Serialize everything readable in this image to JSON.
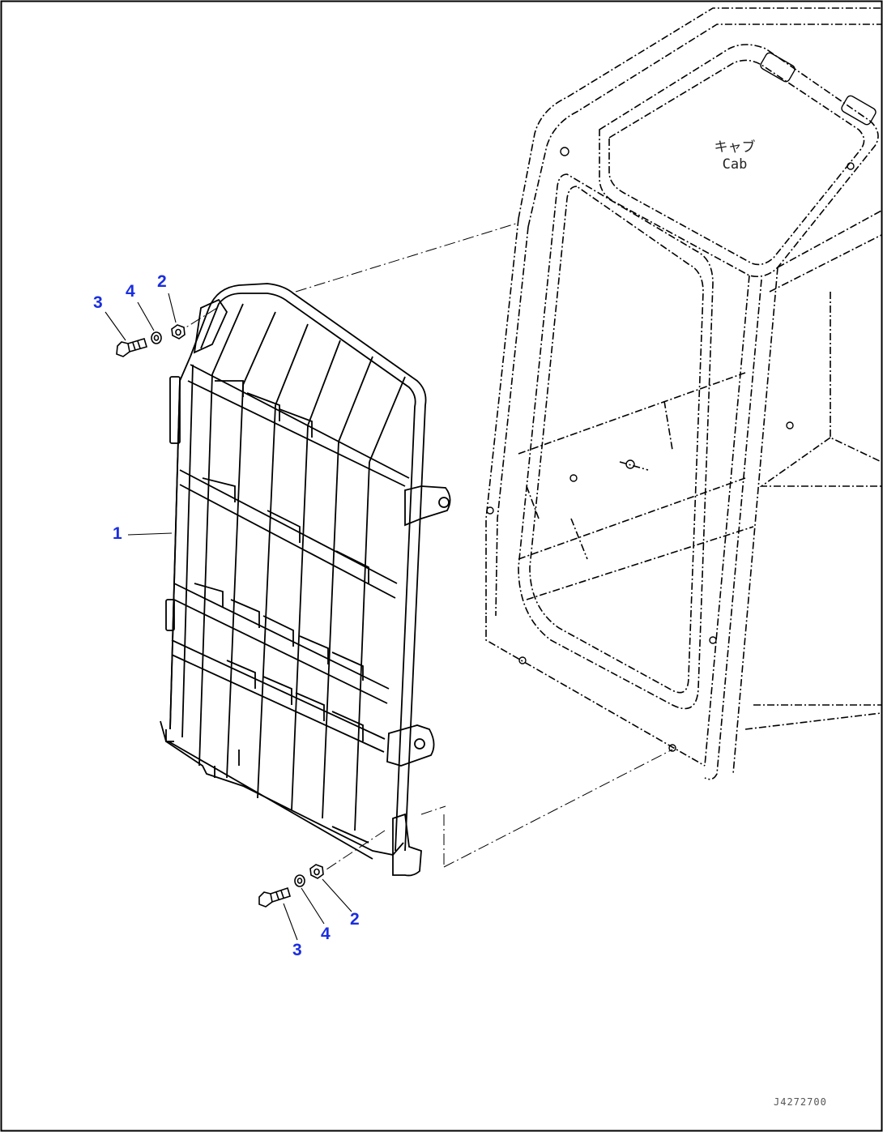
{
  "cab_label": {
    "japanese": "キャブ",
    "english": "Cab"
  },
  "callouts": {
    "part_1": "1",
    "top_bolt": "3",
    "top_washer": "4",
    "top_nut": "2",
    "bottom_bolt": "3",
    "bottom_washer": "4",
    "bottom_nut": "2"
  },
  "drawing_id": "J4272700",
  "colors": {
    "callout": "#1a2ee0",
    "line": "#000000",
    "border": "#000000"
  }
}
